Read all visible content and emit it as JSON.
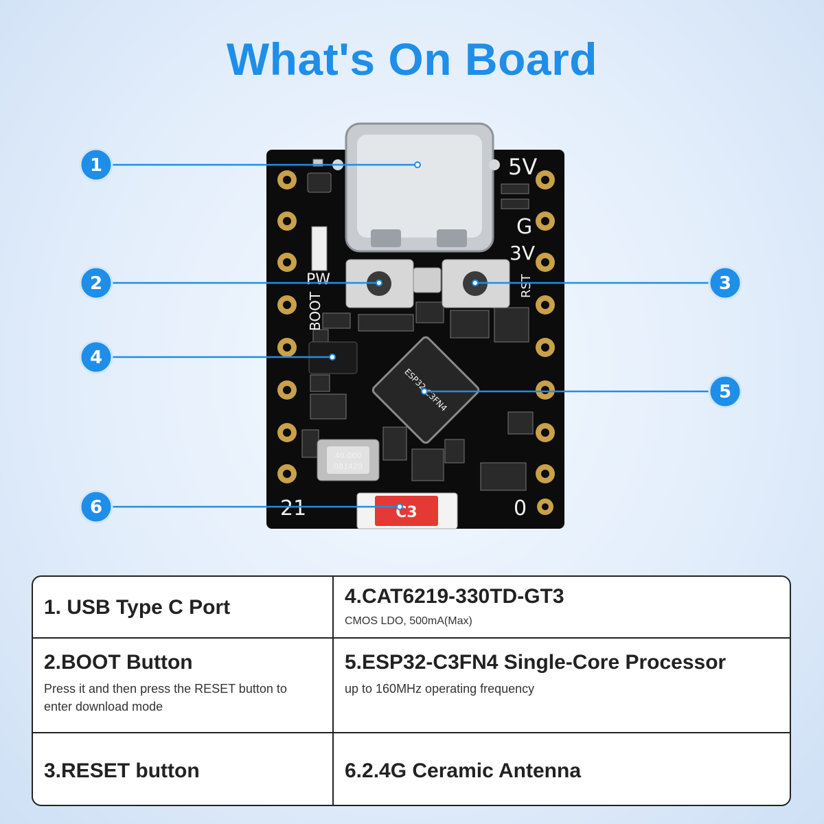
{
  "title": "What's On Board",
  "board": {
    "silkscreen": {
      "top_right": "5V",
      "g": "G",
      "v3": "3V",
      "pw": "PW",
      "boot": "BOOT",
      "rst": "RST",
      "pin_bottom_left": "21",
      "pin_bottom_right": "0",
      "antenna": "C3",
      "chip_text": "ESP32-C3FN4",
      "crystal_line1": "40.000",
      "crystal_line2": "081420"
    },
    "colors": {
      "pcb": "#0c0c0c",
      "gold": "#c9a14a",
      "accent": "#1f8ee8",
      "antenna": "#e53935"
    }
  },
  "callouts": [
    "1",
    "2",
    "3",
    "4",
    "5",
    "6"
  ],
  "table": {
    "c1": {
      "head": "1. USB Type C Port"
    },
    "c2": {
      "head": "2.BOOT Button",
      "sub_line1": "Press it and then press the RESET button to",
      "sub_line2": "enter download mode"
    },
    "c3": {
      "head": "3.RESET button"
    },
    "c4": {
      "head": "4.CAT6219-330TD-GT3",
      "sub": "CMOS LDO, 500mA(Max)"
    },
    "c5": {
      "head": "5.ESP32-C3FN4 Single-Core Processor",
      "sub": "up to 160MHz operating frequency"
    },
    "c6": {
      "head": "6.2.4G Ceramic Antenna"
    }
  }
}
